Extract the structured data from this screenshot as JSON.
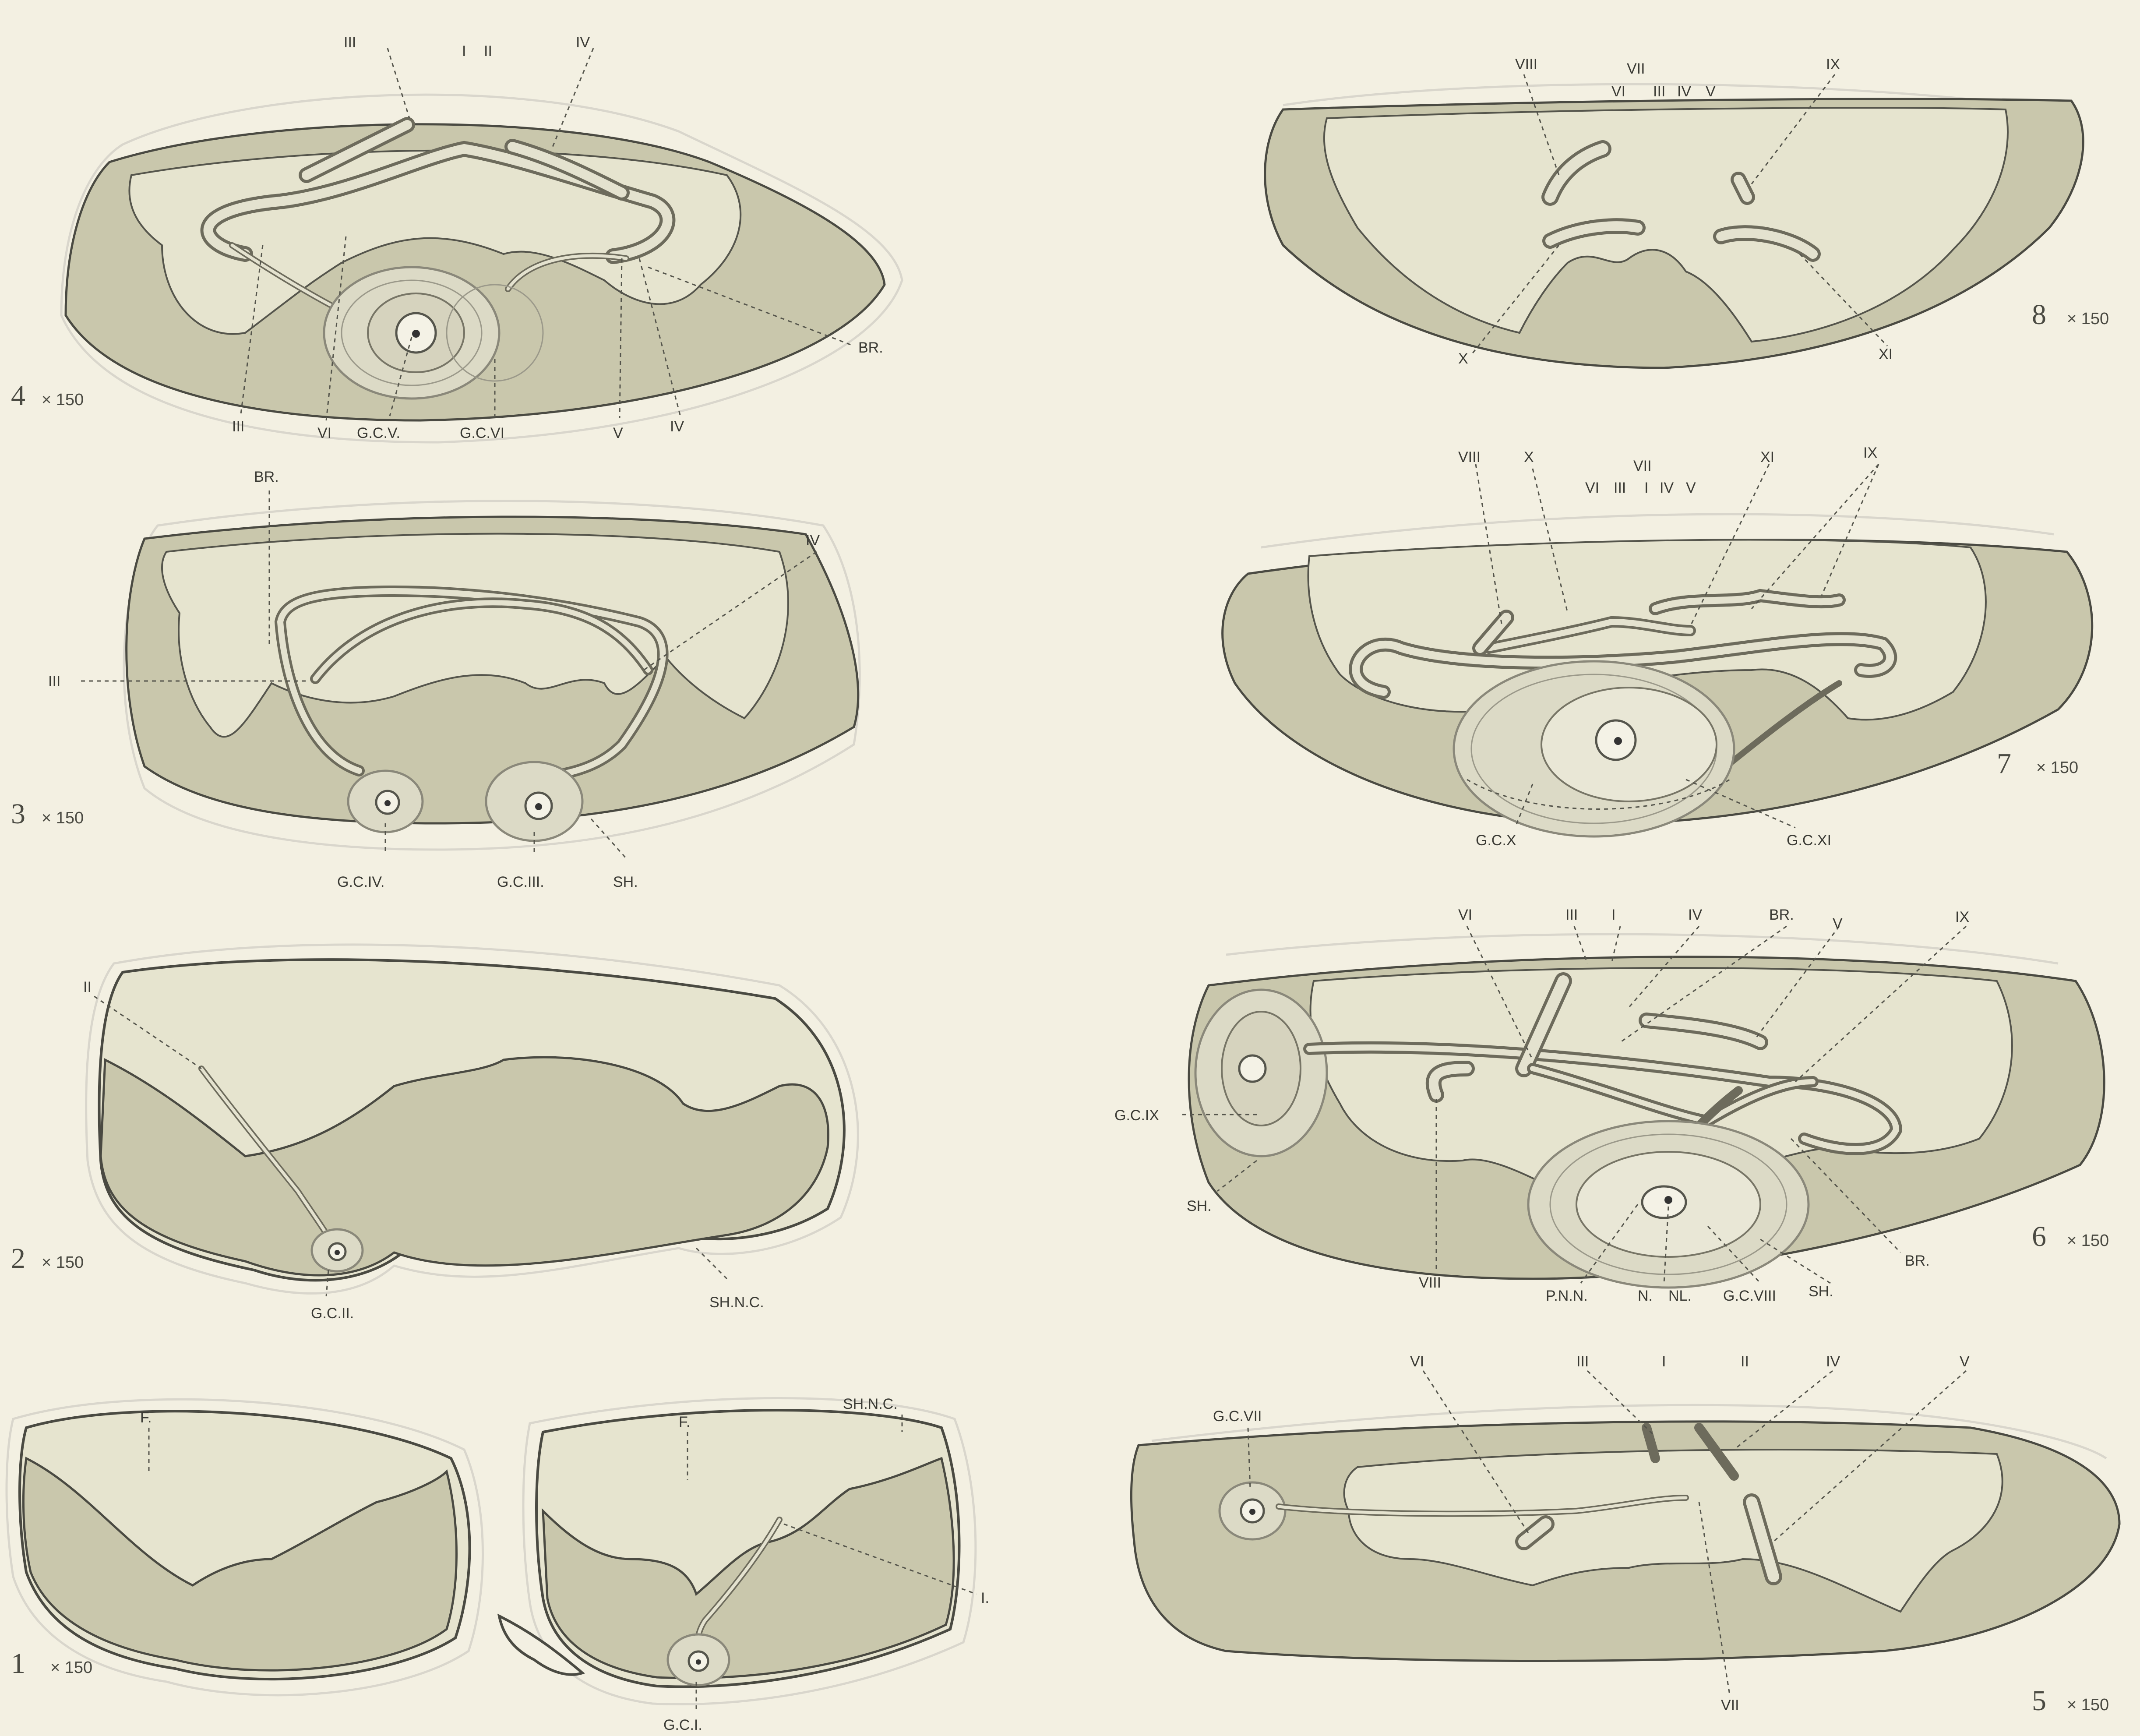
{
  "colors": {
    "paper": "#f3f0e2",
    "tissue_dark": "#c9c7ac",
    "tissue_light": "#e6e4cf",
    "ink": "#4a4a42"
  },
  "figures": [
    {
      "number": "1",
      "magnification": "× 150",
      "labels": {
        "f_left": "F.",
        "f_right": "F.",
        "sheath": "SH.N.C.",
        "nerve_i": "I.",
        "cell": "G.C.I."
      }
    },
    {
      "number": "2",
      "magnification": "× 150",
      "labels": {
        "nerve_ii": "II",
        "cell": "G.C.II.",
        "sheath": "SH.N.C."
      }
    },
    {
      "number": "3",
      "magnification": "× 150",
      "labels": {
        "br": "BR.",
        "iii": "III",
        "iv": "IV",
        "gc_iv": "G.C.IV.",
        "gc_iii": "G.C.III.",
        "sh": "SH."
      }
    },
    {
      "number": "4",
      "magnification": "× 150",
      "labels": {
        "iii_top": "III",
        "i": "I",
        "ii": "II",
        "iv_top": "IV",
        "br": "BR.",
        "iii_bottom": "III",
        "vi": "VI",
        "gc_v": "G.C.V.",
        "gc_vi": "G.C.VI",
        "v": "V",
        "iv_bottom": "IV"
      }
    },
    {
      "number": "5",
      "magnification": "× 150",
      "labels": {
        "gc_vii": "G.C.VII",
        "vi": "VI",
        "iii": "III",
        "i": "I",
        "ii": "II",
        "iv": "IV",
        "v": "V",
        "vii": "VII"
      }
    },
    {
      "number": "6",
      "magnification": "× 150",
      "labels": {
        "vi": "VI",
        "iii": "III",
        "i": "I",
        "iv": "IV",
        "br_top": "BR.",
        "v": "V",
        "ix": "IX",
        "gc_ix": "G.C.IX",
        "sh_left": "SH.",
        "viii": "VIII",
        "pnn": "P.N.N.",
        "n": "N.",
        "nl": "NL.",
        "gc_viii": "G.C.VIII",
        "sh_right": "SH.",
        "br_bottom": "BR."
      }
    },
    {
      "number": "7",
      "magnification": "× 150",
      "labels": {
        "vii": "VII",
        "vi": "VI",
        "iii": "III",
        "i": "I",
        "iv": "IV",
        "v": "V",
        "viii": "VIII",
        "x": "X",
        "xi": "XI",
        "ix": "IX",
        "gc_x": "G.C.X",
        "gc_xi": "G.C.XI"
      }
    },
    {
      "number": "8",
      "magnification": "× 150",
      "labels": {
        "viii": "VIII",
        "vii": "VII",
        "vi": "VI",
        "iii": "III",
        "iv": "IV",
        "v": "V",
        "ix": "IX",
        "x": "X",
        "xi": "XI"
      }
    }
  ]
}
